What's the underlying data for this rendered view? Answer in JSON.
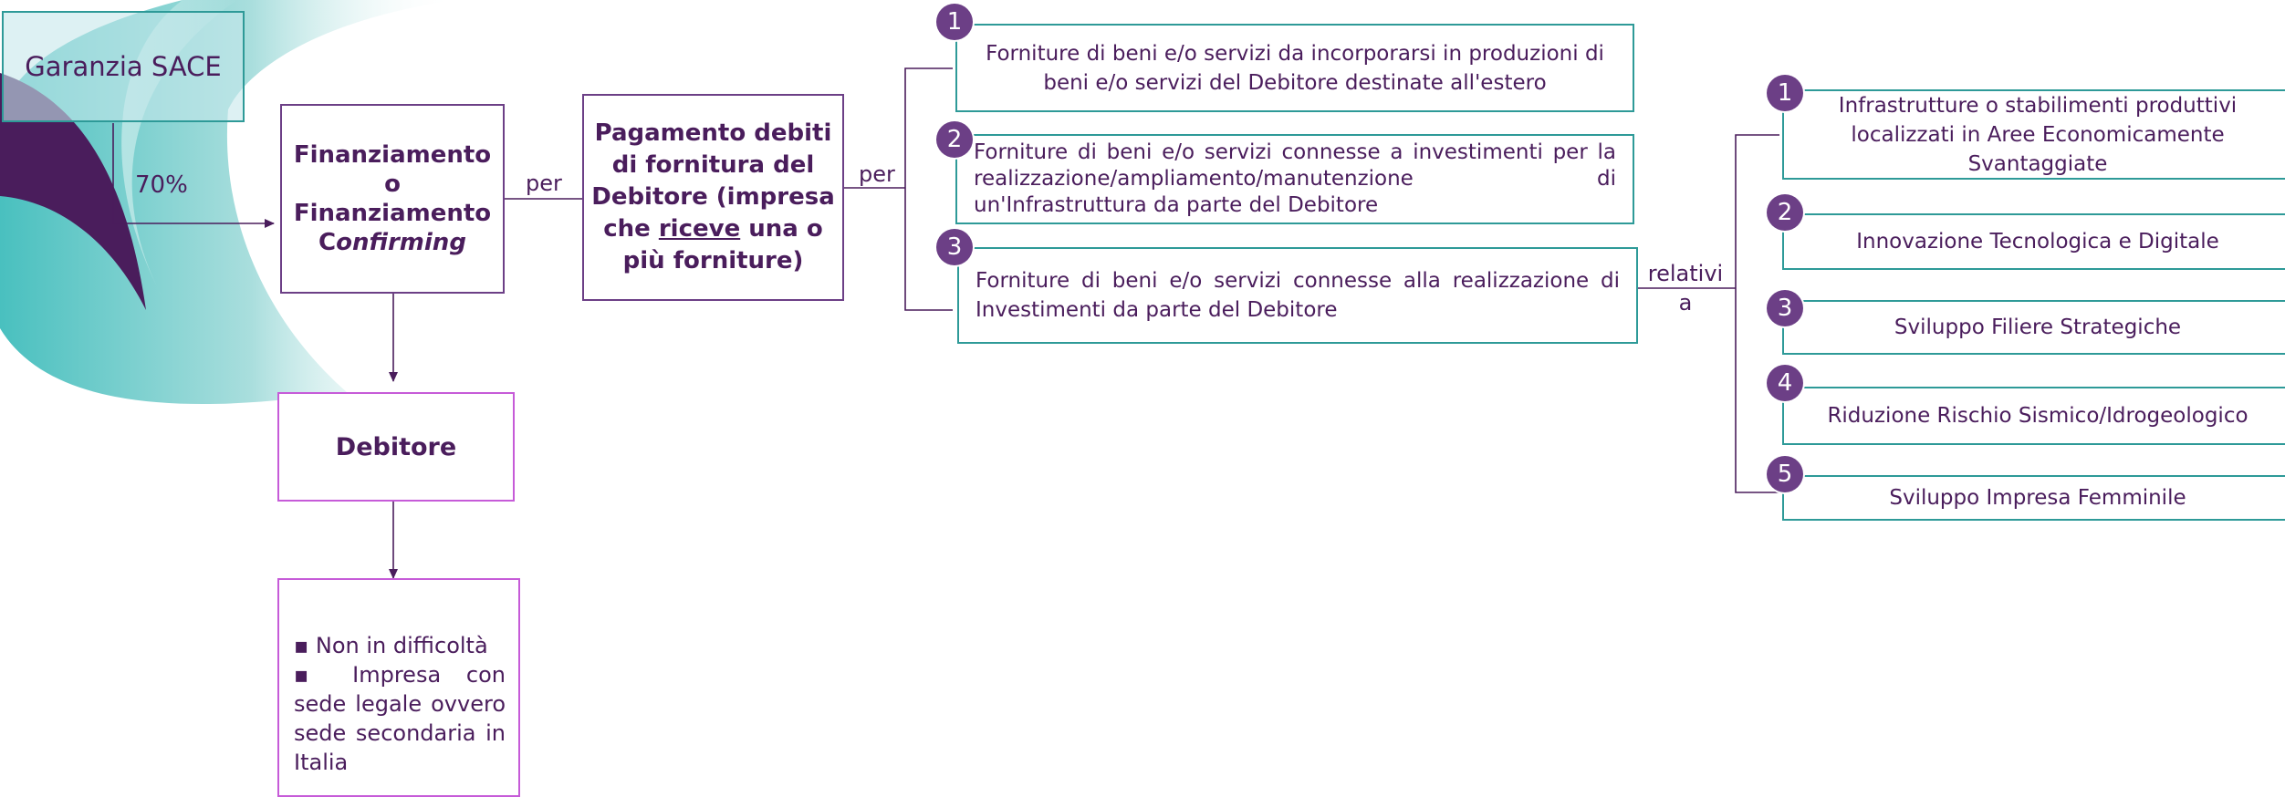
{
  "colors": {
    "teal": "#2e9a98",
    "plum": "#6c3f86",
    "pink": "#c65bd8",
    "text": "#4a1d5c"
  },
  "guarantee": {
    "label": "Garanzia SACE",
    "share": "70%"
  },
  "financing": {
    "line1": "Finanziamento",
    "line2": "o",
    "line3": "Finanziamento",
    "line4_prefix": "C",
    "line4_italic": "onfirming"
  },
  "connectors": {
    "per1": "per",
    "per2": "per",
    "relativi": "relativi a"
  },
  "payment": {
    "pre": "Pagamento debiti di fornitura del Debitore (impresa che ",
    "underlined": "riceve",
    "post": " una o più forniture)"
  },
  "debtor": {
    "label": "Debitore"
  },
  "requirements": {
    "items": [
      "Non in difficoltà",
      "Impresa con sede legale ovvero sede secondaria in Italia"
    ]
  },
  "supplies": [
    {
      "number": "1",
      "text": "Forniture di beni e/o servizi da incorporarsi in produzioni di beni e/o servizi del Debitore destinate all'estero"
    },
    {
      "number": "2",
      "text": "Forniture di beni e/o servizi connesse a investimenti per la realizzazione/ampliamento/manutenzione di un'Infrastruttura da parte del Debitore"
    },
    {
      "number": "3",
      "text": "Forniture di beni e/o servizi connesse alla realizzazione di Investimenti da parte del Debitore"
    }
  ],
  "investments": [
    {
      "number": "1",
      "text": "Infrastrutture o stabilimenti produttivi localizzati in Aree Economicamente Svantaggiate"
    },
    {
      "number": "2",
      "text": "Innovazione Tecnologica e Digitale"
    },
    {
      "number": "3",
      "text": "Sviluppo Filiere Strategiche"
    },
    {
      "number": "4",
      "text": "Riduzione Rischio Sismico/Idrogeologico"
    },
    {
      "number": "5",
      "text": "Sviluppo Impresa Femminile"
    }
  ]
}
